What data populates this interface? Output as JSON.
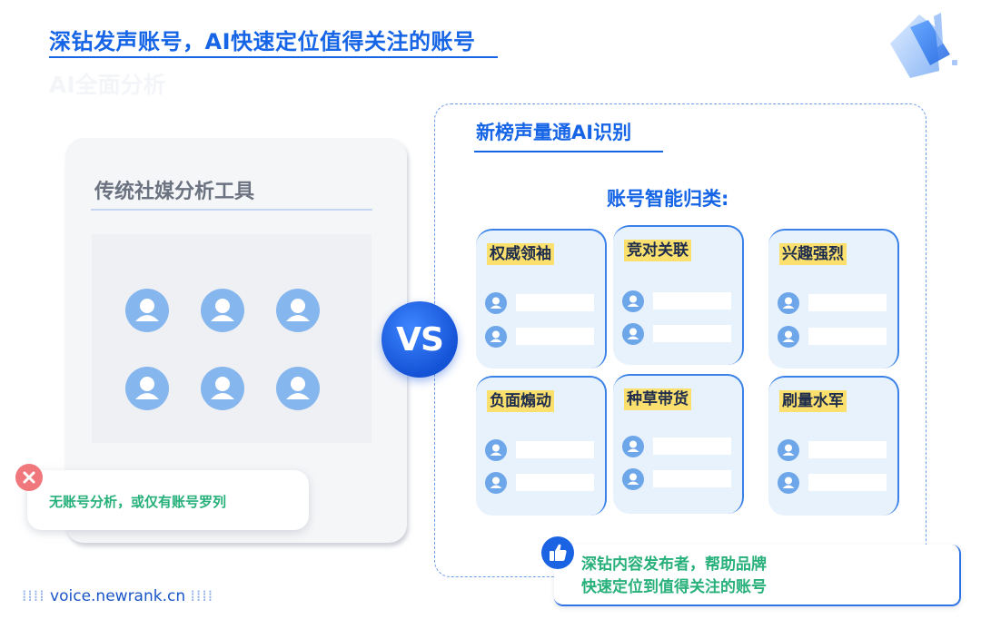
{
  "header": {
    "title": "深钻发声账号，AI快速定位值得关注的账号",
    "subtitle": "AI全面分析"
  },
  "left_panel": {
    "title": "传统社媒分析工具",
    "bad_note": "无账号分析，或仅有账号罗列"
  },
  "vs_label": "VS",
  "right_panel": {
    "title": "新榜声量通AI识别",
    "classify_heading": "账号智能归类:",
    "categories": [
      {
        "label": "权威领袖"
      },
      {
        "label": "竞对关联"
      },
      {
        "label": "兴趣强烈"
      },
      {
        "label": "负面煽动"
      },
      {
        "label": "种草带货"
      },
      {
        "label": "刷量水军"
      }
    ],
    "good_note_line1": "深钻内容发布者，帮助品牌",
    "good_note_line2": "快速定位到值得关注的账号"
  },
  "footer": {
    "dots_left": "⁞⁞⁞⁞",
    "url": "voice.newrank.cn",
    "dots_right": "⁞⁞⁞⁞"
  },
  "colors": {
    "brand_blue": "#1565e6",
    "accent_green": "#27b07a",
    "highlight_yellow": "#fbe06e",
    "error_red": "#f0787c"
  },
  "icons": {
    "logo": "ai-logo-icon",
    "person": "person-icon",
    "close": "close-icon",
    "thumbs_up": "thumbs-up-icon"
  }
}
